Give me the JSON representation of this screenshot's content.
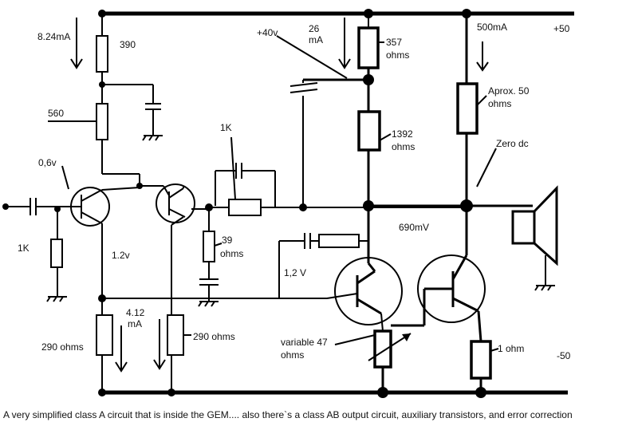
{
  "labels": {
    "i_8_24mA": "8.24mA",
    "r_390": "390",
    "r_560": "560",
    "v_0_6": "0,6v",
    "r_1k_left": "1K",
    "v_1_2": "1.2v",
    "r_290_left": "290 ohms",
    "i_4_12": "4.12",
    "i_4_12_unit": "mA",
    "r_290_right": "290 ohms",
    "r_1k_fb": "1K",
    "r_39": "39",
    "r_39_unit": "ohms",
    "v_1_2_b": "1,2 V",
    "v_plus40": "+40v",
    "i_26": "26",
    "i_26_unit": "mA",
    "r_357": "357",
    "r_357_unit": "ohms",
    "r_1392": "1392",
    "r_1392_unit": "ohms",
    "v_690": "690mV",
    "var_47": "variable 47",
    "var_47_unit": "ohms",
    "i_500": "500mA",
    "v_plus50": "+50",
    "aprox_50": "Aprox. 50",
    "aprox_50_unit": "ohms",
    "zero_dc": "Zero dc",
    "r_1ohm": "1 ohm",
    "v_minus50": "-50"
  },
  "caption": "A very simplified class A circuit that is inside the GEM.... also there`s a class AB output circuit, auxiliary transistors, and error correction"
}
